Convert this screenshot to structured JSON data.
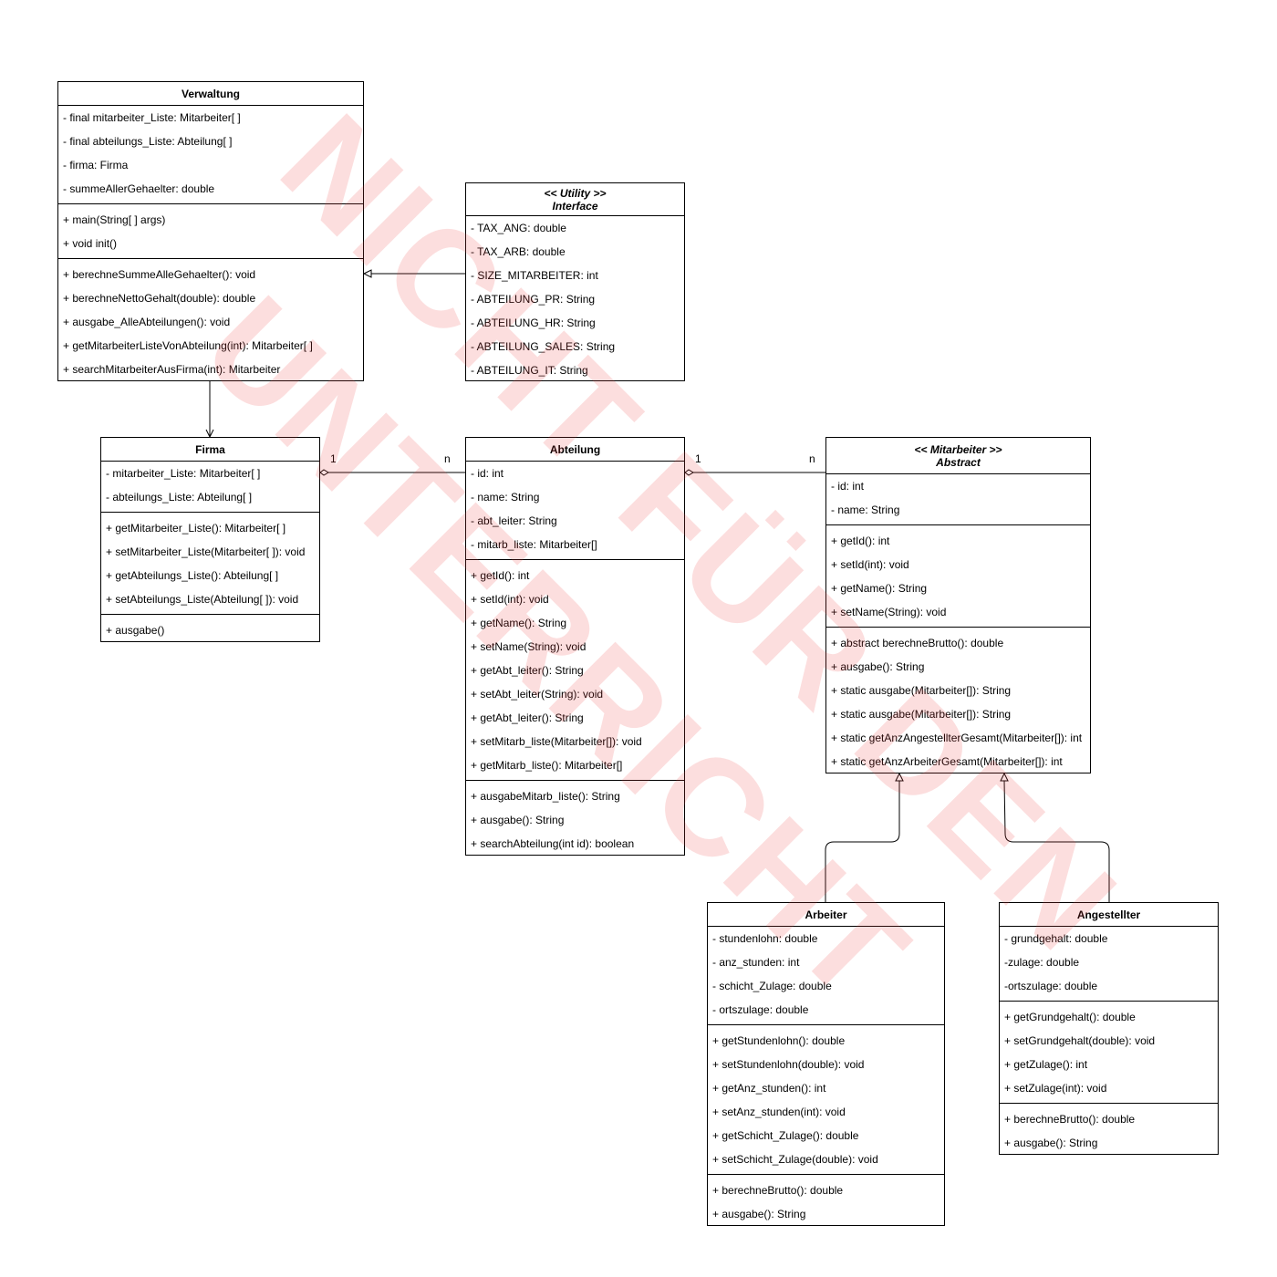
{
  "classes": {
    "verwaltung": {
      "name": "Verwaltung",
      "attributes": [
        "- final mitarbeiter_Liste: Mitarbeiter[ ]",
        "- final abteilungs_Liste: Abteilung[ ]",
        "- firma: Firma",
        "- summeAllerGehaelter: double"
      ],
      "operations1": [
        "+ main(String[ ] args)",
        "+ void init()"
      ],
      "operations2": [
        "+ berechneSummeAlleGehaelter(): void",
        "+ berechneNettoGehalt(double): double",
        "+ ausgabe_AlleAbteilungen(): void",
        "+ getMitarbeiterListeVonAbteilung(int): Mitarbeiter[ ]",
        "+ searchMitarbeiterAusFirma(int): Mitarbeiter"
      ]
    },
    "interface": {
      "stereotype": "<< Utility >>",
      "name": "Interface",
      "attributes": [
        "- TAX_ANG: double",
        "- TAX_ARB: double",
        "- SIZE_MITARBEITER: int",
        "- ABTEILUNG_PR: String",
        "- ABTEILUNG_HR: String",
        "- ABTEILUNG_SALES: String",
        "- ABTEILUNG_IT: String"
      ]
    },
    "firma": {
      "name": "Firma",
      "attributes": [
        "- mitarbeiter_Liste: Mitarbeiter[ ]",
        "- abteilungs_Liste: Abteilung[ ]"
      ],
      "operations1": [
        "+ getMitarbeiter_Liste(): Mitarbeiter[ ]",
        "+ setMitarbeiter_Liste(Mitarbeiter[ ]): void",
        "+ getAbteilungs_Liste(): Abteilung[ ]",
        "+ setAbteilungs_Liste(Abteilung[ ]): void"
      ],
      "operations2": [
        "+ ausgabe()"
      ]
    },
    "abteilung": {
      "name": "Abteilung",
      "attributes": [
        "- id: int",
        "- name: String",
        "- abt_leiter: String",
        "- mitarb_liste: Mitarbeiter[]"
      ],
      "operations1": [
        "+ getId(): int",
        "+ setId(int): void",
        "+ getName(): String",
        "+ setName(String): void",
        "+ getAbt_leiter(): String",
        "+ setAbt_leiter(String): void",
        "+ getAbt_leiter(): String",
        "+ setMitarb_liste(Mitarbeiter[]): void",
        "+ getMitarb_liste(): Mitarbeiter[]"
      ],
      "operations2": [
        "+ ausgabeMitarb_liste(): String",
        "+ ausgabe(): String",
        "+ searchAbteilung(int id): boolean"
      ]
    },
    "mitarbeiter": {
      "stereotype": "<< Mitarbeiter >>",
      "name": "Abstract",
      "attributes": [
        "- id: int",
        "- name: String"
      ],
      "operations1": [
        "+ getId(): int",
        "+ setId(int): void",
        "+ getName(): String",
        "+ setName(String): void"
      ],
      "operations2": [
        "+ abstract berechneBrutto(): double",
        "+ ausgabe(): String",
        "+ static ausgabe(Mitarbeiter[]): String",
        "+ static ausgabe(Mitarbeiter[]): String",
        "+ static getAnzAngestellterGesamt(Mitarbeiter[]): int",
        "+ static getAnzArbeiterGesamt(Mitarbeiter[]): int"
      ]
    },
    "arbeiter": {
      "name": "Arbeiter",
      "attributes": [
        "- stundenlohn: double",
        "- anz_stunden: int",
        "- schicht_Zulage: double",
        "- ortszulage: double"
      ],
      "operations1": [
        "+ getStundenlohn(): double",
        "+ setStundenlohn(double): void",
        "+ getAnz_stunden(): int",
        "+ setAnz_stunden(int): void",
        "+ getSchicht_Zulage(): double",
        "+ setSchicht_Zulage(double): void"
      ],
      "operations2": [
        "+ berechneBrutto(): double",
        "+ ausgabe(): String"
      ]
    },
    "angestellter": {
      "name": "Angestellter",
      "attributes": [
        "- grundgehalt: double",
        "-zulage: double",
        "-ortszulage: double"
      ],
      "operations1": [
        "+ getGrundgehalt(): double",
        "+ setGrundgehalt(double): void",
        "+ getZulage(): int",
        "+ setZulage(int): void"
      ],
      "operations2": [
        "+ berechneBrutto(): double",
        "+ ausgabe(): String"
      ]
    }
  },
  "multiplicities": {
    "firma_one": "1",
    "abteilung_n": "n",
    "abteilung_one": "1",
    "mitarbeiter_n": "n"
  },
  "watermark": {
    "line1": "NICHT FÜR DEN",
    "line2": "UNTERRICHT",
    "color": "#eb3c3c"
  }
}
